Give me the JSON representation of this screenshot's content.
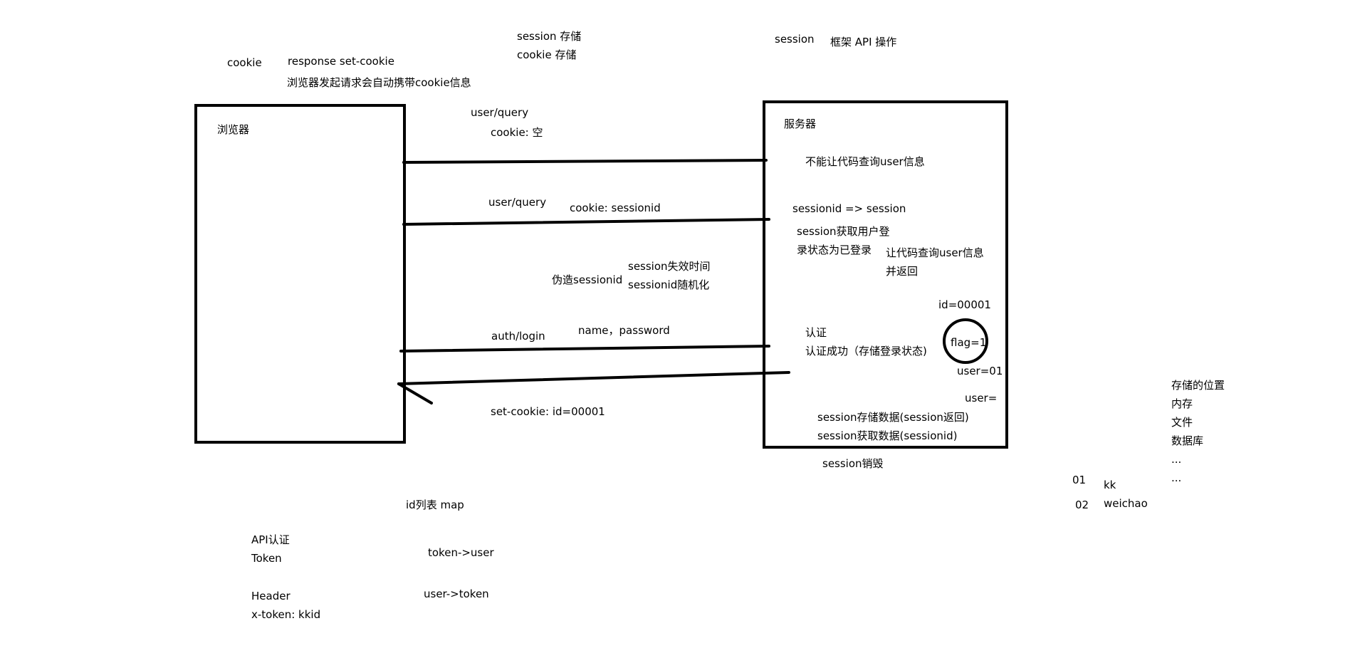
{
  "colors": {
    "background": "#ffffff",
    "ink": "#000000"
  },
  "header": {
    "cookie": "cookie",
    "response_set_cookie": "response  set-cookie",
    "browser_auto_cookie": "浏览器发起请求会自动携带cookie信息",
    "session_storage": "session 存储",
    "cookie_storage": "cookie 存储",
    "session": "session",
    "framework_api": "框架 API 操作"
  },
  "browser": {
    "title": "浏览器"
  },
  "server": {
    "title": "服务器",
    "cannot_query": "不能让代码查询user信息",
    "sessionid_session": "sessionid  =>  session",
    "session_get_user_1": "session获取用户登",
    "session_get_user_2": "录状态为已登录",
    "let_query_1": "让代码查询user信息",
    "let_query_2": "并返回",
    "id": "id=00001",
    "auth": "认证",
    "auth_success": "认证成功（存储登录状态)",
    "flag": "flag=1",
    "user_01": "user=01",
    "user_eq": "user=",
    "session_store": "session存储数据(session返回)",
    "session_get": "session获取数据(sessionid)"
  },
  "arrows": {
    "req1_path": "user/query",
    "req1_cookie": "cookie: 空",
    "req2_path": "user/query",
    "req2_cookie": "cookie: sessionid",
    "forge": "伪造sessionid",
    "session_expire": "session失效时间",
    "sessionid_random": "sessionid随机化",
    "login_path": "auth/login",
    "login_params": "name，password",
    "set_cookie": "set-cookie: id=00001"
  },
  "below": {
    "session_destroy": "session销毁",
    "id_list_map": "id列表 map",
    "api_auth": "API认证",
    "token": "Token",
    "token_user": "token->user",
    "header": "Header",
    "x_token": "x-token: kkid",
    "user_token": "user->token"
  },
  "table": {
    "rows": [
      {
        "id": "01",
        "name": "kk"
      },
      {
        "id": "02",
        "name": "weichao"
      }
    ]
  },
  "storage": {
    "title": "存储的位置",
    "items": [
      "内存",
      "文件",
      "数据库",
      "...",
      "..."
    ]
  }
}
